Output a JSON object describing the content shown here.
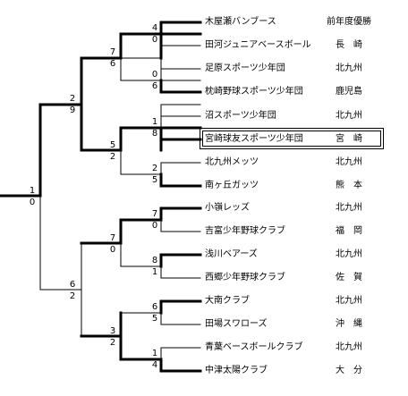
{
  "teams": [
    {
      "name": "木屋瀬バンブース",
      "pref": "前年度優勝"
    },
    {
      "name": "田河ジュニアベースボール",
      "pref": "長　崎"
    },
    {
      "name": "足原スポーツ少年団",
      "pref": "北九州"
    },
    {
      "name": "枕崎野球スポーツ少年団",
      "pref": "鹿児島"
    },
    {
      "name": "沼スポーツ少年団",
      "pref": "北九州"
    },
    {
      "name": "宮崎球友スポーツ少年団",
      "pref": "宮　崎"
    },
    {
      "name": "北九州メッツ",
      "pref": "北九州"
    },
    {
      "name": "南ヶ丘ガッツ",
      "pref": "熊　本"
    },
    {
      "name": "小嶺レッズ",
      "pref": "北九州"
    },
    {
      "name": "吉富少年野球クラブ",
      "pref": "福　岡"
    },
    {
      "name": "浅川ベアーズ",
      "pref": "北九州"
    },
    {
      "name": "西郷少年野球クラブ",
      "pref": "佐　賀"
    },
    {
      "name": "大南クラブ",
      "pref": "北九州"
    },
    {
      "name": "田場スワローズ",
      "pref": "沖　縄"
    },
    {
      "name": "青葉ベースボールクラブ",
      "pref": "北九州"
    },
    {
      "name": "中津太陽クラブ",
      "pref": "大　分"
    }
  ],
  "rounds": {
    "r1": [
      {
        "top": "4",
        "bottom": "0"
      },
      {
        "top": "0",
        "bottom": "6"
      },
      {
        "top": "1",
        "bottom": "8"
      },
      {
        "top": "2",
        "bottom": "5"
      },
      {
        "top": "7",
        "bottom": "0"
      },
      {
        "top": "8",
        "bottom": "1"
      },
      {
        "top": "6",
        "bottom": "5"
      },
      {
        "top": "1",
        "bottom": "4"
      }
    ],
    "r2": [
      {
        "top": "7",
        "bottom": "6"
      },
      {
        "top": "5",
        "bottom": "2"
      },
      {
        "top": "7",
        "bottom": "0"
      },
      {
        "top": "3",
        "bottom": "2"
      }
    ],
    "r3": [
      {
        "top": "2",
        "bottom": "9"
      },
      {
        "top": "6",
        "bottom": "2"
      }
    ],
    "final": {
      "top": "1",
      "bottom": "0"
    }
  },
  "highlighted_team_index": 5
}
